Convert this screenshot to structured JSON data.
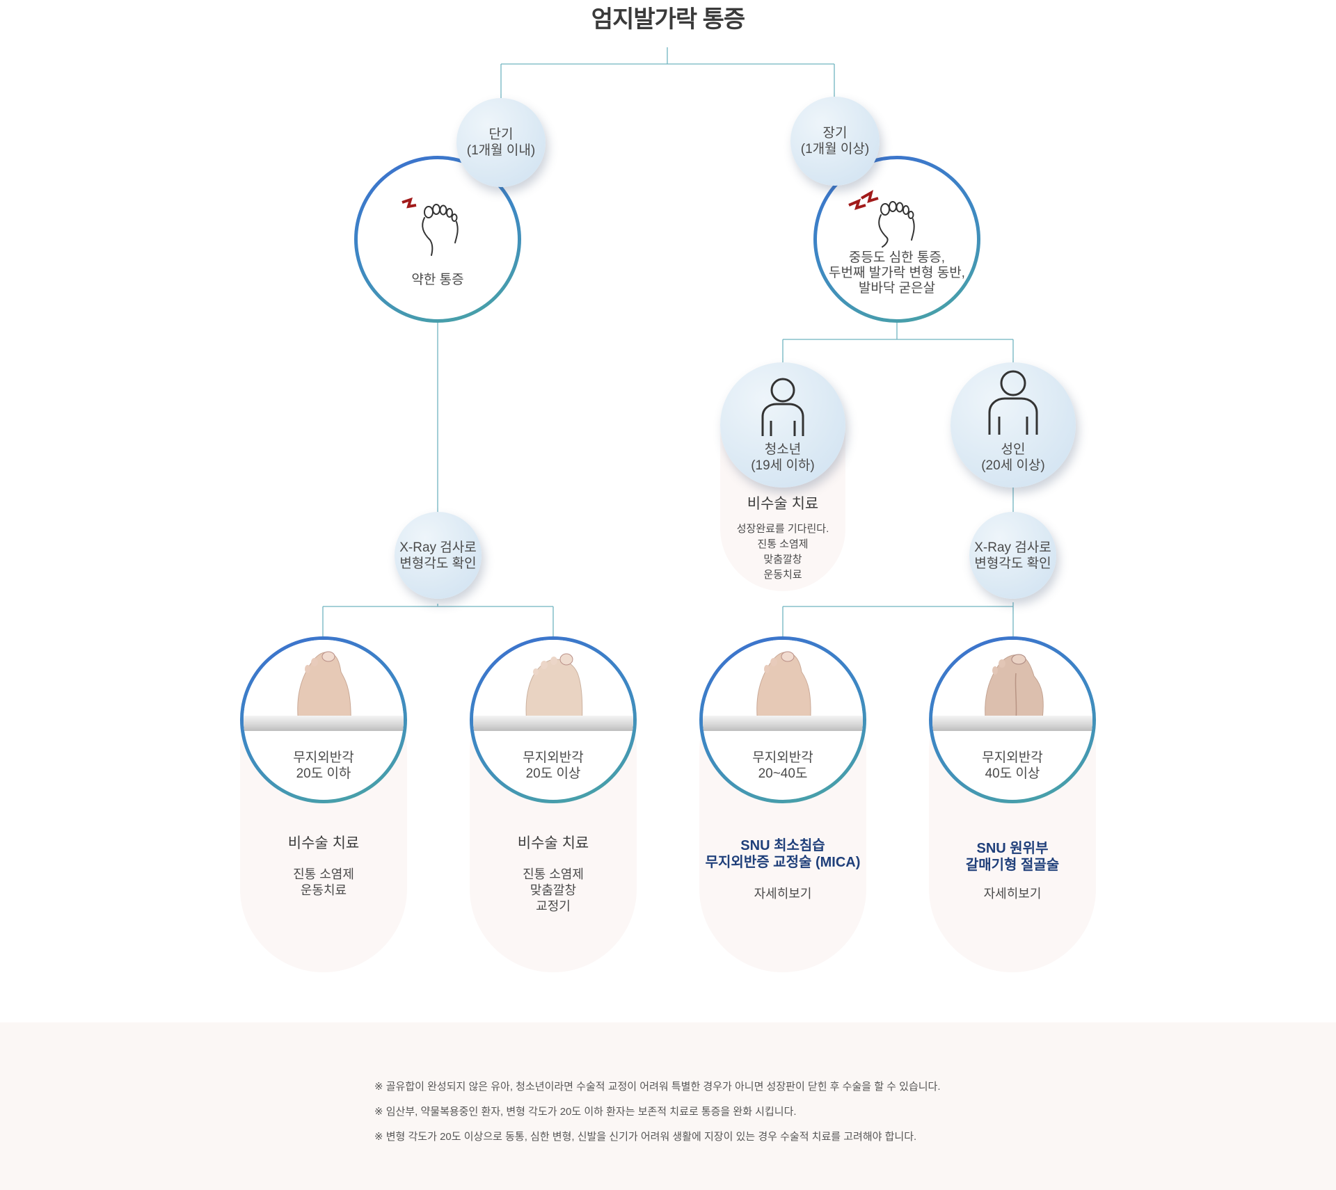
{
  "title": "엄지발가락 통증",
  "short_term": {
    "line1": "단기",
    "line2": "(1개월 이내)"
  },
  "long_term": {
    "line1": "장기",
    "line2": "(1개월 이상)"
  },
  "mild": {
    "label": "약한 통증",
    "icon": "foot-pain-icon"
  },
  "severe": {
    "line1": "중등도 심한 통증,",
    "line2": "두번째 발가락 변형 동반,",
    "line3": "발바닥 굳은살",
    "icon": "foot-pain-icon"
  },
  "teen": {
    "line1": "청소년",
    "line2": "(19세 이하)",
    "icon": "person-icon",
    "treat_title": "비수술 치료",
    "desc": [
      "성장완료를 기다린다.",
      "진통 소염제",
      "맞춤깔창",
      "운동치료"
    ]
  },
  "adult": {
    "line1": "성인",
    "line2": "(20세 이상)",
    "icon": "person-icon"
  },
  "xray_left": {
    "line1": "X-Ray 검사로",
    "line2": "변형각도 확인"
  },
  "xray_right": {
    "line1": "X-Ray 검사로",
    "line2": "변형각도 확인"
  },
  "cards": [
    {
      "line1": "무지외반각",
      "line2": "20도 이하",
      "treat_title": [
        "비수술 치료"
      ],
      "desc": [
        "진통 소염제",
        "운동치료"
      ]
    },
    {
      "line1": "무지외반각",
      "line2": "20도 이상",
      "treat_title": [
        "비수술 치료"
      ],
      "desc": [
        "진통 소염제",
        "맞춤깔창",
        "교정기"
      ]
    },
    {
      "line1": "무지외반각",
      "line2": "20~40도",
      "treat_title": [
        "SNU 최소침습",
        "무지외반증 교정술 (MICA)"
      ],
      "desc": [
        "자세히보기"
      ]
    },
    {
      "line1": "무지외반각",
      "line2": "40도 이상",
      "treat_title": [
        "SNU 원위부",
        "갈매기형 절골술"
      ],
      "desc": [
        "자세히보기"
      ]
    }
  ],
  "notes": [
    "※ 골유합이 완성되지 않은 유아, 청소년이라면 수술적 교정이 어려워 특별한 경우가 아니면 성장판이 닫힌 후 수술을 할 수 있습니다.",
    "※ 임산부, 약물복용중인 환자, 변형 각도가 20도 이하 환자는 보존적 치료로 통증을 완화 시킵니다.",
    "※ 변형 각도가 20도 이상으로 동통, 심한 변형, 신발을 신기가 어려워 생활에 지장이 있는 경우 수술적 치료를 고려해야 합니다."
  ],
  "colors": {
    "line": "#6fb3bf",
    "ring_start": "#3b6fce",
    "ring_end": "#4aa5a3",
    "bubble": "#dbe9f4",
    "pink": "#fcf7f6",
    "blue_text": "#1f3f7a",
    "pain": "#a11a1a"
  }
}
